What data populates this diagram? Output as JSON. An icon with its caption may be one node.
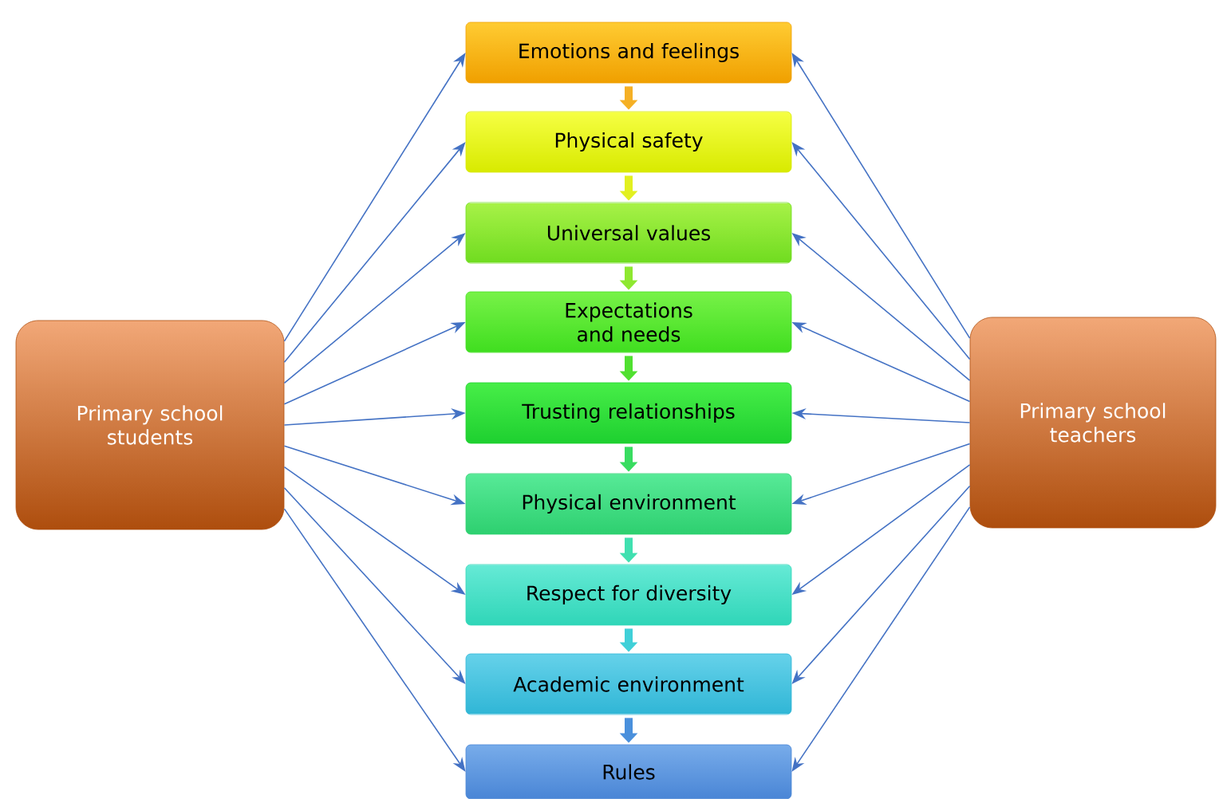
{
  "diagram": {
    "nodes": [
      {
        "text": [
          "Primary school students"
        ]
      },
      {
        "text": [
          "Emotions and feelings"
        ]
      },
      {
        "text": [
          "Physical safety"
        ]
      },
      {
        "text": [
          "Universal values"
        ]
      },
      {
        "text": [
          "Expectations and needs"
        ]
      },
      {
        "text": [
          "Trusting relationships"
        ]
      },
      {
        "text": [
          "Physical environment"
        ]
      },
      {
        "text": [
          "Respect for diversity"
        ]
      },
      {
        "text": [
          "Academic environment"
        ]
      },
      {
        "text": [
          "Rules"
        ]
      },
      {
        "text": [
          "Primary school teachers"
        ]
      }
    ],
    "edges": [
      {
        "from": 0,
        "to": 1,
        "arrow": "to"
      },
      {
        "from": 0,
        "to": 2,
        "arrow": "to"
      },
      {
        "from": 0,
        "to": 3,
        "arrow": "to"
      },
      {
        "from": 0,
        "to": 4,
        "arrow": "to"
      },
      {
        "from": 0,
        "to": 5,
        "arrow": "to"
      },
      {
        "from": 0,
        "to": 6,
        "arrow": "to"
      },
      {
        "from": 0,
        "to": 7,
        "arrow": "to"
      },
      {
        "from": 0,
        "to": 8,
        "arrow": "to"
      },
      {
        "from": 0,
        "to": 9,
        "arrow": "to"
      },
      {
        "from": 10,
        "to": 1,
        "arrow": "to"
      },
      {
        "from": 10,
        "to": 2,
        "arrow": "to"
      },
      {
        "from": 10,
        "to": 3,
        "arrow": "to"
      },
      {
        "from": 10,
        "to": 4,
        "arrow": "to"
      },
      {
        "from": 10,
        "to": 5,
        "arrow": "to"
      },
      {
        "from": 10,
        "to": 6,
        "arrow": "to"
      },
      {
        "from": 10,
        "to": 7,
        "arrow": "to"
      },
      {
        "from": 10,
        "to": 8,
        "arrow": "to"
      },
      {
        "from": 10,
        "to": 9,
        "arrow": "to"
      },
      {
        "from": 1,
        "to": 2,
        "arrow": "to",
        "style": "thick",
        "color": "#f5b025"
      },
      {
        "from": 2,
        "to": 3,
        "arrow": "to",
        "style": "thick",
        "color": "#e2f020"
      },
      {
        "from": 3,
        "to": 4,
        "arrow": "to",
        "style": "thick",
        "color": "#8ee830"
      },
      {
        "from": 4,
        "to": 5,
        "arrow": "to",
        "style": "thick",
        "color": "#50e030"
      },
      {
        "from": 5,
        "to": 6,
        "arrow": "to",
        "style": "thick",
        "color": "#38dc60"
      },
      {
        "from": 6,
        "to": 7,
        "arrow": "to",
        "style": "thick",
        "color": "#40e0b0"
      },
      {
        "from": 7,
        "to": 8,
        "arrow": "to",
        "style": "thick",
        "color": "#40d0d8"
      },
      {
        "from": 8,
        "to": 9,
        "arrow": "to",
        "style": "thick",
        "color": "#4a90dc"
      }
    ]
  }
}
